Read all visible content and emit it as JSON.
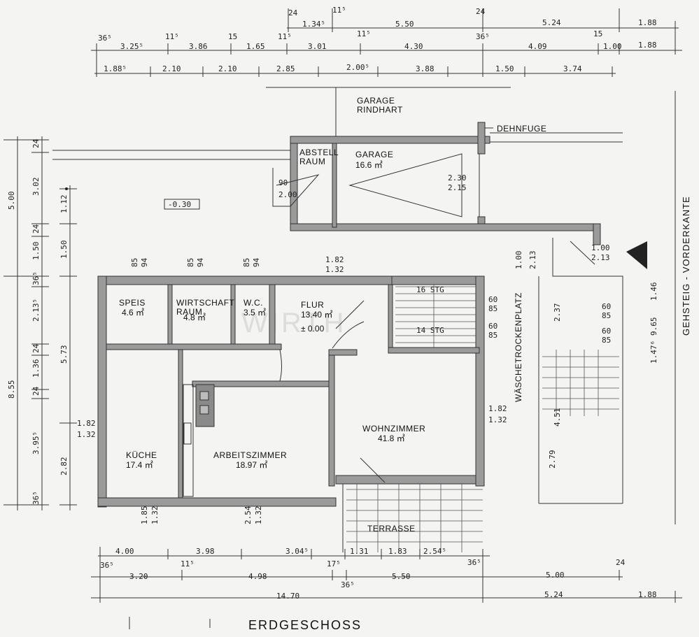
{
  "plan": {
    "title": "ERDGESCHOSS",
    "street_label": "GEHSTEIG - VORDERKANTE",
    "expansion_joint_label": "DEHNFUGE",
    "watermark": "WIRTH",
    "level_garage": "-0.30",
    "level_floor": "± 0.00"
  },
  "rooms": [
    {
      "key": "garage_driveway",
      "name": "GARAGE\nRINDHART",
      "area": ""
    },
    {
      "key": "abstellraum",
      "name": "ABSTELL\nRAUM",
      "area": ""
    },
    {
      "key": "garage",
      "name": "GARAGE",
      "area": "16.6 ㎡"
    },
    {
      "key": "speis",
      "name": "SPEIS",
      "area": "4.6 ㎡"
    },
    {
      "key": "wirtschaftsraum",
      "name": "WIRTSCHAFT\nRAUM",
      "area": "4.8 ㎡"
    },
    {
      "key": "wc",
      "name": "W.C.",
      "area": "3.5 ㎡"
    },
    {
      "key": "flur",
      "name": "FLUR",
      "area": "13.40 ㎡"
    },
    {
      "key": "kueche",
      "name": "KÜCHE",
      "area": "17.4 ㎡"
    },
    {
      "key": "arbeitszimmer",
      "name": "ARBEITSZIMMER",
      "area": "18.97 ㎡"
    },
    {
      "key": "wohnzimmer",
      "name": "WOHNZIMMER",
      "area": "41.8 ㎡"
    },
    {
      "key": "terrasse",
      "name": "TERRASSE",
      "area": ""
    },
    {
      "key": "waeschetrockenplatz",
      "name": "WÄSCHETROCKENPLATZ",
      "area": ""
    }
  ],
  "dimensions": {
    "top_row1": [
      "24",
      "1.34⁵",
      "11⁵",
      "5.50",
      "24",
      "5.24",
      "1.88"
    ],
    "top_row2": [
      "36⁵",
      "3.25⁵",
      "11⁵",
      "3.86",
      "15",
      "1.65",
      "11⁵",
      "3.01",
      "11⁵",
      "4.30",
      "36⁵",
      "4.09",
      "15",
      "1.00",
      "1.88"
    ],
    "top_row3": [
      "1.88⁵",
      "2.10",
      "2.10",
      "2.85",
      "2.00⁵",
      "3.88",
      "1.50",
      "3.74"
    ],
    "bottom_row1": [
      "4.00",
      "3.98",
      "3.04⁵",
      "1.31",
      "1.83",
      "2.54⁵"
    ],
    "bottom_row2": [
      "36⁵",
      "3.20",
      "11⁵",
      "4.98",
      "17⁵",
      "36⁵",
      "5.50",
      "36⁵",
      "5.00",
      "24"
    ],
    "bottom_row3": [
      "14.70",
      "5.24",
      "1.88"
    ],
    "left_outer": [
      "5.00",
      "8.55"
    ],
    "left_mid": [
      "24",
      "3.02",
      "24",
      "1.50",
      "36⁵",
      "2.13⁵",
      "24",
      "1.36",
      "24",
      "3.95⁵",
      "36⁵"
    ],
    "left_inner": [
      "1.12",
      "1.50",
      "5.73",
      "2.82"
    ],
    "window_heights": [
      "85",
      "94",
      "85",
      "94",
      "85",
      "94"
    ],
    "misc": [
      "90",
      "2.00",
      "2.30",
      "2.15",
      "1.00",
      "2.13",
      "1.46",
      "9.65",
      "1.47⁶",
      "60",
      "85",
      "60",
      "85",
      "1.82",
      "1.32",
      "1.82",
      "1.32",
      "1.85",
      "1.32",
      "2.54",
      "1.32",
      "2.79",
      "2.37",
      "4.51",
      "16 STG",
      "14 STG",
      "1.82",
      "1.32",
      "1.00",
      "2.13"
    ]
  }
}
